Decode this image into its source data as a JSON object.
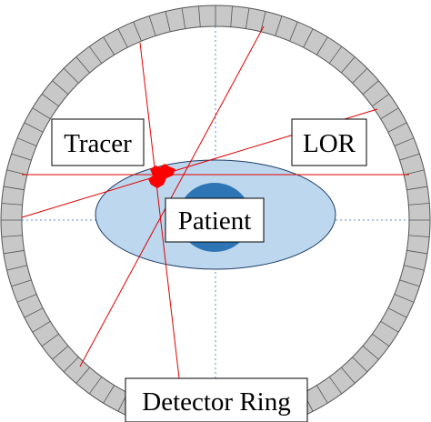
{
  "labels": {
    "tracer": "Tracer",
    "lor": "LOR",
    "patient": "Patient",
    "detector_ring": "Detector Ring"
  },
  "ring": {
    "segment_count": 80
  },
  "colors": {
    "ring_fill": "#c8c8c8",
    "ring_stroke": "#555555",
    "body_fill": "#bdd7ee",
    "body_stroke": "#1f3d66",
    "organ_fill": "#2e75b6",
    "tracer_fill": "#ff0000",
    "lor_stroke": "#e00000",
    "axis_stroke": "#5b8bd0"
  }
}
